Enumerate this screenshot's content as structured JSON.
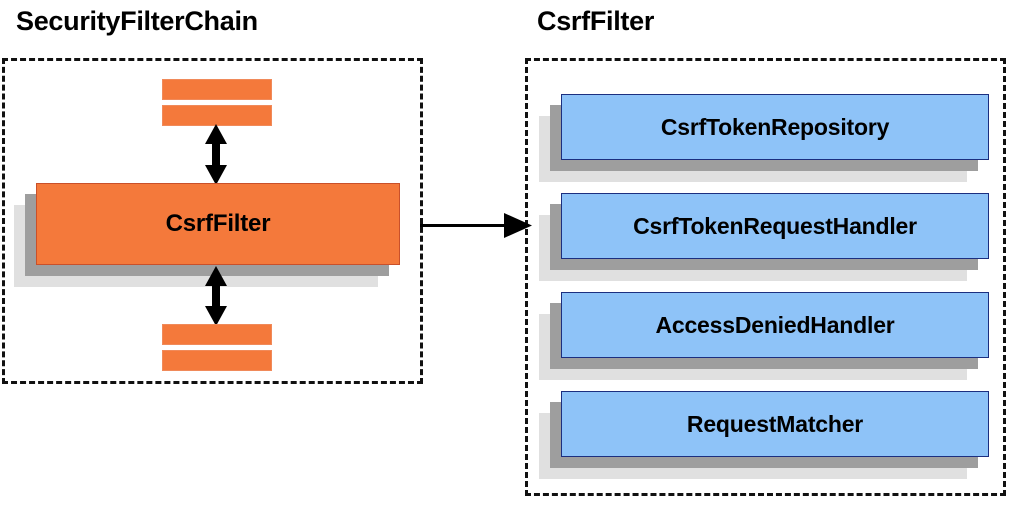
{
  "diagram": {
    "background": "#ffffff",
    "sections": [
      {
        "id": "security-filter-chain",
        "title": "SecurityFilterChain",
        "border_style": "dashed",
        "border_color": "#111111"
      },
      {
        "id": "csrf-filter",
        "title": "CsrfFilter",
        "border_style": "dashed",
        "border_color": "#111111"
      }
    ],
    "chain": {
      "title": "SecurityFilterChain",
      "top_bars": [
        {
          "label": "",
          "color": "#f4793b"
        },
        {
          "label": "",
          "color": "#f4793b"
        }
      ],
      "highlighted_filter": {
        "label": "CsrfFilter",
        "color": "#f4793b",
        "border_color": "#c9502a"
      },
      "bottom_bars": [
        {
          "label": "",
          "color": "#f4793b"
        },
        {
          "label": "",
          "color": "#f4793b"
        }
      ],
      "connector_top": "double-headed-vertical-arrow",
      "connector_bottom": "double-headed-vertical-arrow"
    },
    "detail": {
      "title": "CsrfFilter",
      "collaborators": [
        {
          "label": "CsrfTokenRepository",
          "color": "#8ec3f8",
          "border_color": "#1c2f80"
        },
        {
          "label": "CsrfTokenRequestHandler",
          "color": "#8ec3f8",
          "border_color": "#1c2f80"
        },
        {
          "label": "AccessDeniedHandler",
          "color": "#8ec3f8",
          "border_color": "#1c2f80"
        },
        {
          "label": "RequestMatcher",
          "color": "#8ec3f8",
          "border_color": "#1c2f80"
        }
      ]
    },
    "link": {
      "from": "CsrfFilter",
      "to": "CsrfFilter",
      "style": "single-headed-horizontal-arrow",
      "color": "#000000"
    },
    "palette": {
      "orange_fill": "#f4793b",
      "orange_border": "#c9502a",
      "blue_fill": "#8ec3f8",
      "blue_border": "#1c2f80",
      "shadow_mid": "#9e9e9e",
      "shadow_back": "#e0e0e0",
      "ink": "#000000"
    }
  }
}
